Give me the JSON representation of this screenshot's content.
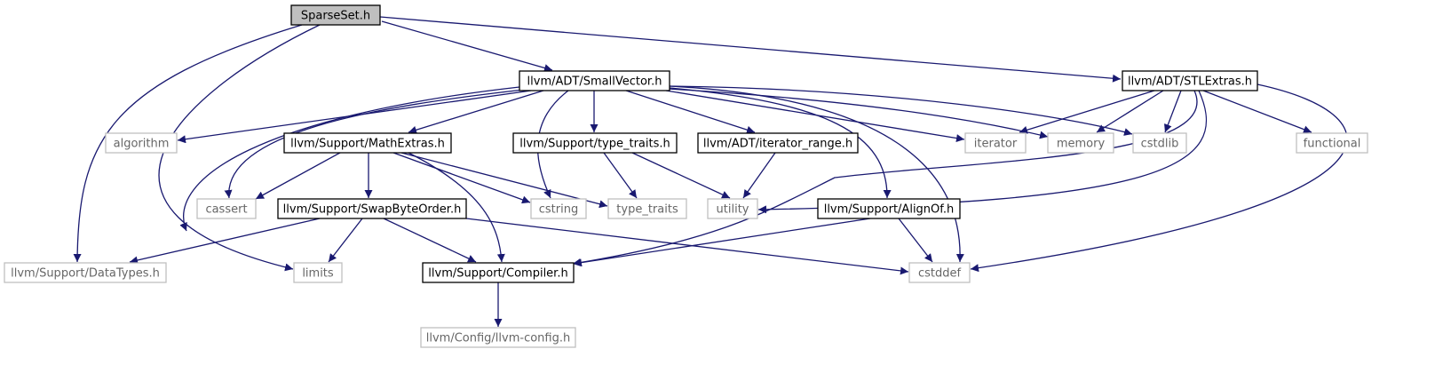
{
  "colors": {
    "edge": "#191970",
    "project_border": "#000000",
    "system_border": "#bfbfbf",
    "root_fill": "#bfbfbf",
    "project_text": "#000000",
    "system_text": "#666666"
  },
  "nodes": [
    {
      "id": "sparseset",
      "label": "SparseSet.h",
      "kind": "root"
    },
    {
      "id": "smallvector",
      "label": "llvm/ADT/SmallVector.h",
      "kind": "project"
    },
    {
      "id": "stlextras",
      "label": "llvm/ADT/STLExtras.h",
      "kind": "project"
    },
    {
      "id": "algorithm",
      "label": "algorithm",
      "kind": "system"
    },
    {
      "id": "mathextras",
      "label": "llvm/Support/MathExtras.h",
      "kind": "project"
    },
    {
      "id": "typetraits_h",
      "label": "llvm/Support/type_traits.h",
      "kind": "project"
    },
    {
      "id": "iterator_range",
      "label": "llvm/ADT/iterator_range.h",
      "kind": "project"
    },
    {
      "id": "iterator",
      "label": "iterator",
      "kind": "system"
    },
    {
      "id": "memory",
      "label": "memory",
      "kind": "system"
    },
    {
      "id": "cstdlib",
      "label": "cstdlib",
      "kind": "system"
    },
    {
      "id": "functional",
      "label": "functional",
      "kind": "system"
    },
    {
      "id": "cassert",
      "label": "cassert",
      "kind": "system"
    },
    {
      "id": "swapbyteorder",
      "label": "llvm/Support/SwapByteOrder.h",
      "kind": "project"
    },
    {
      "id": "cstring",
      "label": "cstring",
      "kind": "system"
    },
    {
      "id": "type_traits",
      "label": "type_traits",
      "kind": "system"
    },
    {
      "id": "utility",
      "label": "utility",
      "kind": "system"
    },
    {
      "id": "alignof",
      "label": "llvm/Support/AlignOf.h",
      "kind": "project"
    },
    {
      "id": "datatypes",
      "label": "llvm/Support/DataTypes.h",
      "kind": "system"
    },
    {
      "id": "limits",
      "label": "limits",
      "kind": "system"
    },
    {
      "id": "compiler",
      "label": "llvm/Support/Compiler.h",
      "kind": "project"
    },
    {
      "id": "cstddef",
      "label": "cstddef",
      "kind": "system"
    },
    {
      "id": "llvmconfig",
      "label": "llvm/Config/llvm-config.h",
      "kind": "system"
    }
  ],
  "edges": [
    {
      "from": "sparseset",
      "to": "smallvector"
    },
    {
      "from": "sparseset",
      "to": "stlextras"
    },
    {
      "from": "sparseset",
      "to": "datatypes"
    },
    {
      "from": "sparseset",
      "to": "limits"
    },
    {
      "from": "smallvector",
      "to": "algorithm"
    },
    {
      "from": "smallvector",
      "to": "mathextras"
    },
    {
      "from": "smallvector",
      "to": "typetraits_h"
    },
    {
      "from": "smallvector",
      "to": "iterator_range"
    },
    {
      "from": "smallvector",
      "to": "iterator"
    },
    {
      "from": "smallvector",
      "to": "memory"
    },
    {
      "from": "smallvector",
      "to": "cstdlib"
    },
    {
      "from": "smallvector",
      "to": "cassert"
    },
    {
      "from": "smallvector",
      "to": "cstring"
    },
    {
      "from": "smallvector",
      "to": "compiler"
    },
    {
      "from": "smallvector",
      "to": "alignof"
    },
    {
      "from": "smallvector",
      "to": "cstddef"
    },
    {
      "from": "stlextras",
      "to": "iterator"
    },
    {
      "from": "stlextras",
      "to": "memory"
    },
    {
      "from": "stlextras",
      "to": "cstdlib"
    },
    {
      "from": "stlextras",
      "to": "functional"
    },
    {
      "from": "stlextras",
      "to": "utility"
    },
    {
      "from": "stlextras",
      "to": "compiler"
    },
    {
      "from": "stlextras",
      "to": "cstddef"
    },
    {
      "from": "mathextras",
      "to": "cassert"
    },
    {
      "from": "mathextras",
      "to": "swapbyteorder"
    },
    {
      "from": "mathextras",
      "to": "cstring"
    },
    {
      "from": "mathextras",
      "to": "type_traits"
    },
    {
      "from": "mathextras",
      "to": "compiler"
    },
    {
      "from": "typetraits_h",
      "to": "type_traits"
    },
    {
      "from": "typetraits_h",
      "to": "utility"
    },
    {
      "from": "iterator_range",
      "to": "utility"
    },
    {
      "from": "swapbyteorder",
      "to": "datatypes"
    },
    {
      "from": "swapbyteorder",
      "to": "limits"
    },
    {
      "from": "swapbyteorder",
      "to": "compiler"
    },
    {
      "from": "swapbyteorder",
      "to": "cstddef"
    },
    {
      "from": "alignof",
      "to": "compiler"
    },
    {
      "from": "alignof",
      "to": "cstddef"
    },
    {
      "from": "compiler",
      "to": "llvmconfig"
    }
  ]
}
